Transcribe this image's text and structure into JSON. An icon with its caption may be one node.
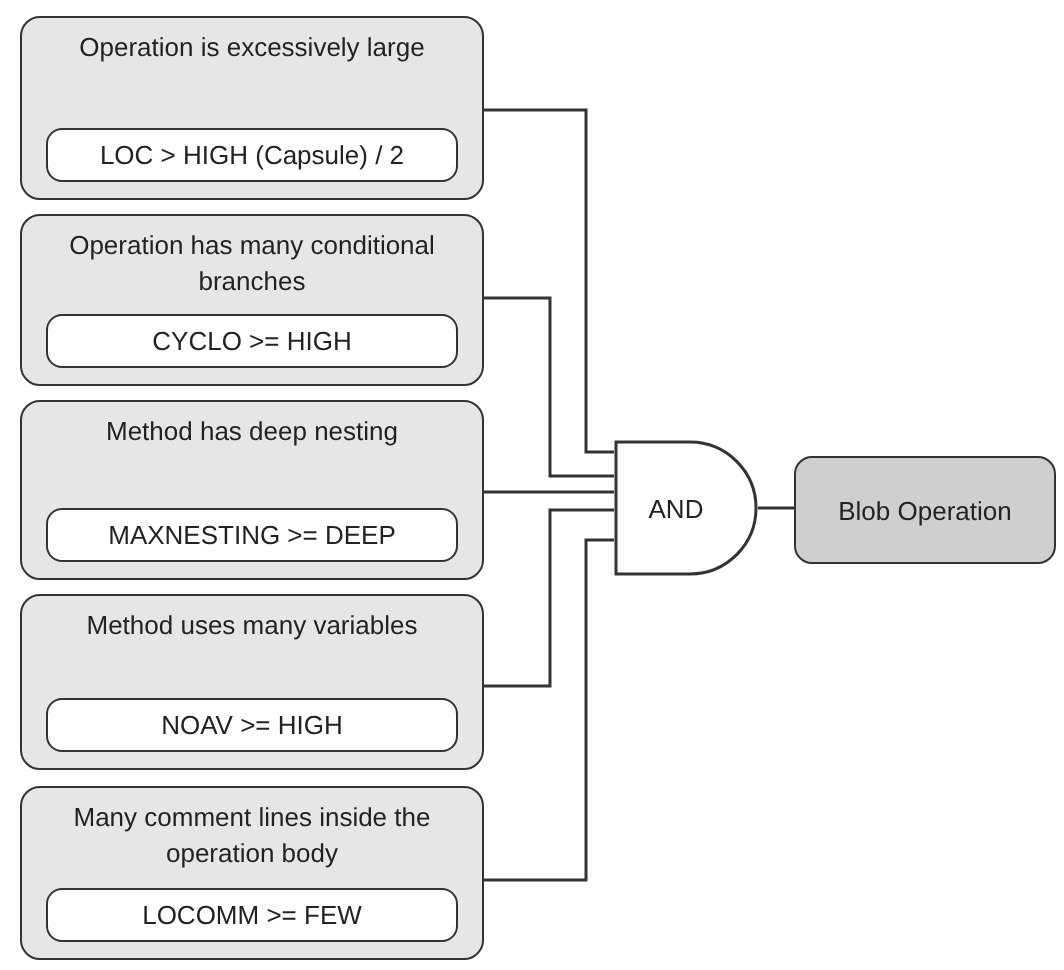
{
  "diagram": {
    "nodes": [
      {
        "text": [
          "Operation is excessively large"
        ]
      },
      {
        "text": [
          "LOC > HIGH (Capsule) / 2"
        ],
        "in": 0
      },
      {
        "text": [
          "Operation has many conditional branches"
        ]
      },
      {
        "text": [
          "CYCLO >= HIGH"
        ],
        "in": 2
      },
      {
        "text": [
          "Method has deep nesting"
        ]
      },
      {
        "text": [
          "MAXNESTING >= DEEP"
        ],
        "in": 4
      },
      {
        "text": [
          "Method uses many variables"
        ]
      },
      {
        "text": [
          "NOAV >= HIGH"
        ],
        "in": 6
      },
      {
        "text": [
          "Many comment lines inside the operation body"
        ]
      },
      {
        "text": [
          "LOCOMM >= FEW"
        ],
        "in": 8
      },
      {
        "text": [
          "AND"
        ]
      },
      {
        "text": [
          "Blob Operation"
        ]
      }
    ],
    "edges": [
      {
        "from": 0,
        "to": 10,
        "arrow": "none"
      },
      {
        "from": 2,
        "to": 10,
        "arrow": "none"
      },
      {
        "from": 4,
        "to": 10,
        "arrow": "none"
      },
      {
        "from": 6,
        "to": 10,
        "arrow": "none"
      },
      {
        "from": 8,
        "to": 10,
        "arrow": "none"
      },
      {
        "from": 10,
        "to": 11,
        "arrow": "none"
      }
    ]
  }
}
